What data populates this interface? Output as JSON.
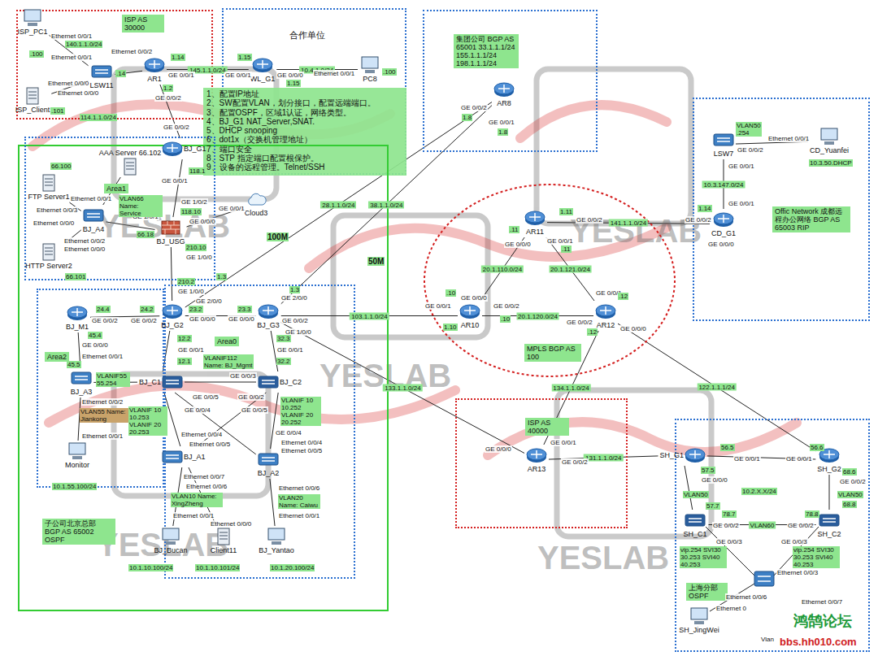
{
  "diagram": {
    "nodes": [
      {
        "text": [
          "ISP AS 30000"
        ]
      },
      {
        "text": [
          "ISP_PC1"
        ],
        "in": 0
      },
      {
        "text": [
          "ISP_Client"
        ],
        "in": 0
      },
      {
        "text": [
          "LSW11"
        ],
        "in": 0
      },
      {
        "text": [
          "AR1"
        ],
        "in": 0
      },
      {
        "text": [
          "合作单位"
        ]
      },
      {
        "text": [
          "WL_G1"
        ],
        "in": 5
      },
      {
        "text": [
          "PC8"
        ],
        "in": 5
      },
      {
        "text": [
          "1、配置IP地址",
          "2、SW配置VLAN，划分接口，配置远端端口。",
          "3、配置OSPF，区域1认证，网络类型。",
          "4、BJ_G1 NAT_Server,SNAT.",
          "5、DHCP snooping",
          "6、dot1x（交换机管理地址）",
          "7、端口安全",
          "8、STP 指定端口配置根保护。",
          "9、设备的远程管理。Telnet/SSH"
        ]
      },
      {
        "text": [
          "集团公司 BGP AS 65001 33.1.1.1/24 155.1.1.1/24 198.1.1.1/24"
        ]
      },
      {
        "text": [
          "AR8"
        ],
        "in": 9
      },
      {
        "text": [
          "子公司北京总部 BGP AS 65002 OSPF"
        ]
      },
      {
        "text": [
          "Area1"
        ],
        "in": 11
      },
      {
        "text": [
          "BJ_G1"
        ],
        "in": 12
      },
      {
        "text": [
          "AAA Server 66.102"
        ],
        "in": 12
      },
      {
        "text": [
          "FTP Server1"
        ],
        "in": 12
      },
      {
        "text": [
          "BJ_A4"
        ],
        "in": 12
      },
      {
        "text": [
          "HTTP Server2"
        ],
        "in": 12
      },
      {
        "text": [
          "BJ_USG"
        ],
        "in": 12
      },
      {
        "text": [
          "Cloud3"
        ],
        "in": 11
      },
      {
        "text": [
          "Area2"
        ],
        "in": 11
      },
      {
        "text": [
          "BJ_M1"
        ],
        "in": 20
      },
      {
        "text": [
          "BJ_A3"
        ],
        "in": 20
      },
      {
        "text": [
          "Monitor"
        ],
        "in": 20
      },
      {
        "text": [
          "Area0"
        ],
        "in": 11
      },
      {
        "text": [
          "BJ_G2"
        ],
        "in": 24
      },
      {
        "text": [
          "BJ_G3"
        ],
        "in": 24
      },
      {
        "text": [
          "BJ_C1"
        ],
        "in": 24
      },
      {
        "text": [
          "BJ_C2"
        ],
        "in": 24
      },
      {
        "text": [
          "BJ_A1"
        ],
        "in": 24
      },
      {
        "text": [
          "BJ_A2"
        ],
        "in": 24
      },
      {
        "text": [
          "BJ_Bucan"
        ],
        "in": 24
      },
      {
        "text": [
          "Client11"
        ],
        "in": 24
      },
      {
        "text": [
          "BJ_Yantao"
        ],
        "in": 24
      },
      {
        "text": [
          "MPLS BGP AS 100"
        ]
      },
      {
        "text": [
          "AR11"
        ],
        "in": 34
      },
      {
        "text": [
          "AR10"
        ],
        "in": 34
      },
      {
        "text": [
          "AR12"
        ],
        "in": 34
      },
      {
        "text": [
          "Offic Network 成都远程办公网络 BGP AS 65003 RIP"
        ]
      },
      {
        "text": [
          "LSW7"
        ],
        "in": 38
      },
      {
        "text": [
          "CD_Yuanfei"
        ],
        "in": 38
      },
      {
        "text": [
          "CD_G1"
        ],
        "in": 38
      },
      {
        "text": [
          "ISP AS 40000"
        ]
      },
      {
        "text": [
          "AR13"
        ],
        "in": 42
      },
      {
        "text": [
          "上海分部 OSPF"
        ]
      },
      {
        "text": [
          "SH_G1"
        ],
        "in": 44
      },
      {
        "text": [
          "SH_G2"
        ],
        "in": 44
      },
      {
        "text": [
          "SH_C1"
        ],
        "in": 44
      },
      {
        "text": [
          "SH_C2"
        ],
        "in": 44
      },
      {
        "text": [
          "SH_JingWei"
        ],
        "in": 44
      }
    ],
    "edges": [
      {
        "from": 1,
        "to": 3,
        "arrow": "none"
      },
      {
        "from": 2,
        "to": 3,
        "arrow": "none"
      },
      {
        "from": 3,
        "to": 4,
        "arrow": "none"
      },
      {
        "from": 4,
        "to": 6,
        "label": "145.1.1.0/24",
        "arrow": "none"
      },
      {
        "from": 6,
        "to": 7,
        "label": "10.4.1.0/24",
        "arrow": "none"
      },
      {
        "from": 4,
        "to": 13,
        "arrow": "none"
      },
      {
        "from": 13,
        "to": 18,
        "arrow": "none"
      },
      {
        "from": 18,
        "to": 16,
        "arrow": "none"
      },
      {
        "from": 16,
        "to": 14,
        "arrow": "none"
      },
      {
        "from": 16,
        "to": 15,
        "arrow": "none"
      },
      {
        "from": 16,
        "to": 17,
        "arrow": "none"
      },
      {
        "from": 18,
        "to": 19,
        "arrow": "none"
      },
      {
        "from": 18,
        "to": 25,
        "arrow": "none"
      },
      {
        "from": 25,
        "to": 10,
        "label": "28.1.1.0/24",
        "arrow": "none"
      },
      {
        "from": 26,
        "to": 10,
        "label": "38.1.1.0/24",
        "arrow": "none"
      },
      {
        "from": 21,
        "to": 25,
        "arrow": "none"
      },
      {
        "from": 25,
        "to": 26,
        "arrow": "none"
      },
      {
        "from": 21,
        "to": 22,
        "arrow": "none"
      },
      {
        "from": 22,
        "to": 23,
        "arrow": "none"
      },
      {
        "from": 25,
        "to": 27,
        "arrow": "none"
      },
      {
        "from": 26,
        "to": 28,
        "arrow": "none"
      },
      {
        "from": 27,
        "to": 28,
        "arrow": "none"
      },
      {
        "from": 27,
        "to": 22,
        "arrow": "none"
      },
      {
        "from": 27,
        "to": 29,
        "arrow": "none"
      },
      {
        "from": 27,
        "to": 30,
        "arrow": "none"
      },
      {
        "from": 28,
        "to": 29,
        "arrow": "none"
      },
      {
        "from": 28,
        "to": 30,
        "arrow": "none"
      },
      {
        "from": 29,
        "to": 31,
        "arrow": "none"
      },
      {
        "from": 29,
        "to": 32,
        "arrow": "none"
      },
      {
        "from": 30,
        "to": 33,
        "arrow": "none"
      },
      {
        "from": 26,
        "to": 36,
        "label": "103.1.1.0/24",
        "arrow": "none"
      },
      {
        "from": 26,
        "to": 43,
        "label": "133.1.1.0/24",
        "arrow": "none"
      },
      {
        "from": 36,
        "to": 35,
        "label": "20.1.110.0/24",
        "arrow": "none"
      },
      {
        "from": 36,
        "to": 37,
        "label": "20.1.120.0/24",
        "arrow": "none"
      },
      {
        "from": 35,
        "to": 37,
        "label": "20.1.121.0/24",
        "arrow": "none"
      },
      {
        "from": 35,
        "to": 41,
        "label": "141.1.1.0/24",
        "arrow": "none"
      },
      {
        "from": 41,
        "to": 39,
        "label": "10.3.147.0/24",
        "arrow": "none"
      },
      {
        "from": 39,
        "to": 40,
        "arrow": "none"
      },
      {
        "from": 37,
        "to": 43,
        "label": "134.1.1.0/24",
        "arrow": "none"
      },
      {
        "from": 37,
        "to": 46,
        "label": "122.1.1.1/24",
        "arrow": "none"
      },
      {
        "from": 43,
        "to": 45,
        "label": "131.1.1.0/24",
        "arrow": "none"
      },
      {
        "from": 45,
        "to": 46,
        "arrow": "none"
      },
      {
        "from": 45,
        "to": 47,
        "arrow": "none"
      },
      {
        "from": 46,
        "to": 48,
        "arrow": "none"
      },
      {
        "from": 47,
        "to": 48,
        "label": "VLAN60",
        "arrow": "none"
      }
    ],
    "labels": [
      "Ethernet 0/0/1",
      "140.1.1.0/24",
      ".100",
      "Ethernet 0/0/1",
      "Ethernet 0/0/2",
      ".14",
      "Ethernet 0/0/0",
      "Ethernet 0/0/0",
      ".101",
      "1.14",
      "GE 0/0/1",
      "1.2",
      "GE 0/0/2",
      "114.1.1.0/24",
      "1.15",
      "GE 0/0/1",
      "GE 0/0/0",
      "1.15",
      "Ethernet 0/0/1",
      ".100",
      "GE 0/0/2",
      "118.1",
      "GE 0/0/1",
      "GE 1/0/2",
      "118.10",
      "GE 1/0/1",
      "GE 0/0/0",
      "66.18",
      "GE 0/0/1",
      "210.10",
      "GE 1/0/0",
      "1.3",
      "100M",
      "50M",
      "66.100",
      "Ethernet 0/0/1",
      "VLAN66 Name: Service",
      "Ethernet 0/0/3",
      "Ethernet 0/0/0",
      "Ethernet 0/0/2",
      "Ethernet 0/0/0",
      "66.101",
      "210.2",
      "GE 1/0/0",
      "GE 2/0/0",
      "1.3",
      "GE 2/0/0",
      "24.4",
      "GE 0/0/2",
      "24.2",
      "GE 0/0/2",
      "23.2",
      "GE 0/0/0",
      "23.3",
      "GE 0/0/0",
      "GE 0/0/2",
      "GE 1/0/0",
      ".10",
      "GE 0/0/0",
      "GE 0/0/1",
      "1.10",
      "GE 0/0/2",
      ".10",
      "GE 0/0/2",
      "1.8",
      "GE 0/0/1",
      "1.8",
      "1.11",
      "GE 0/0/2",
      ".11",
      "GE 0/0/0",
      "GE 0/0/1",
      ".11",
      "1.14",
      "GE 0/0/2",
      "GE 0/0/1",
      "GE 0/0/0",
      "GE 0/0/1",
      "VLAN50 .254",
      "GE 0/0/2",
      "Ethernet 0/0/1",
      "10.3.50.DHCP",
      "GE 0/0/1",
      ".12",
      "GE 0/0/2",
      ".12",
      "GE 0/0/0",
      "GE 0/0/0",
      "GE 0/0/1",
      "GE 0/0/2",
      "56.5",
      "GE 0/0/1",
      "56.6",
      "GE 0/0/1",
      "57.5",
      "GE 0/0/0",
      "68.6",
      "GE 0/0/2",
      "VLAN50",
      "57.7",
      "10.2.X.X/24",
      "78.7",
      "78.8",
      "VLAN50",
      "68.8",
      "GE 0/0/2",
      "GE 0/0/2",
      "GE 0/0/3",
      "GE 0/0/3",
      "vip.254 SVI30 30.253 SVI40 40.253",
      "vip.254 SVI30 30.253 SVI40 40.253",
      "Ethernet 0/0/3",
      "Ethernet 0/0/7",
      "Ethernet 0/0/6",
      "Ethernet 0",
      "Vlan",
      "45.4",
      "GE 0/0/0",
      "Ethernet 0/0/1",
      "45.5",
      "VLANIF55 55.254",
      "Ethernet 0/0/2",
      "VLAN55 Name: Jiankong",
      "Ethernet 0/0/1",
      "10.1.55.100/24",
      "12.2",
      "GE 0/0/1",
      "12.1",
      "VLANIF112 Name: BJ_Mgmt",
      "32.3",
      "GE 0/0/1",
      "32.2",
      "GE 0/0/3",
      "GE 0/0/5",
      "GE 0/0/2",
      "GE 0/0/4",
      "GE 0/0/5",
      "VLANIF 10 10.253 VLANIF 20 20.253",
      "VLANIF 10 10.252 VLANIF 20 20.252",
      "GE 0/0/4",
      "Ethernet 0/0/4",
      "Ethernet 0/0/5",
      "Ethernet 0/0/4",
      "Ethernet 0/0/5",
      "Ethernet 0/0/7",
      "Ethernet 0/0/6",
      "VLAN10 Name: XingZheng",
      "Ethernet 0/0/1",
      "Ethernet 0/0/0",
      "Ethernet 0/0/6",
      "VLAN20 Name: Caiwu",
      "Ethernet 0/0/1",
      "10.1.10.100/24",
      "10.1.10.101/24",
      "10.1.20.100/24",
      "YESLAB",
      "YESLAB",
      "YESLAB",
      "YESLAB",
      "YESLAB",
      "鸿鹄论坛",
      "bbs.hh010.com"
    ]
  }
}
